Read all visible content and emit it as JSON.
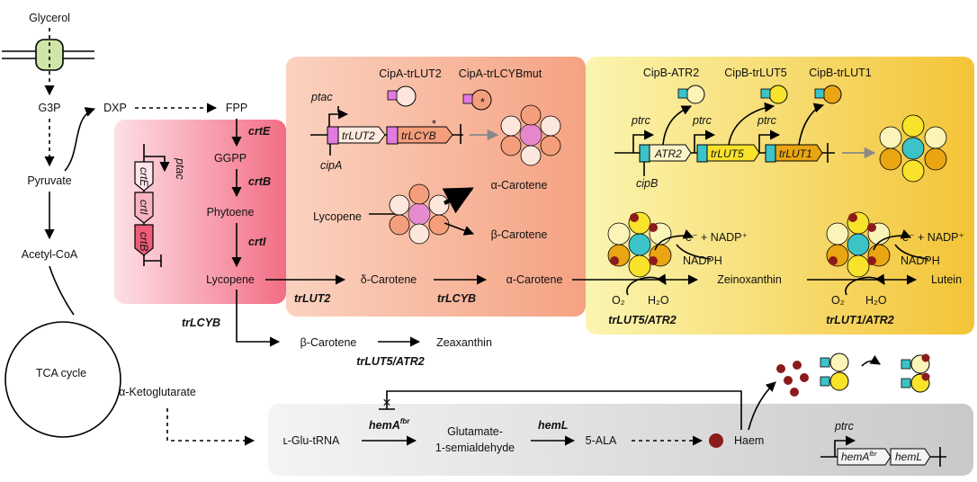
{
  "left": {
    "glycerol": "Glycerol",
    "g3p": "G3P",
    "dxp": "DXP",
    "pyruvate": "Pyruvate",
    "acetyl_coa": "Acetyl-CoA",
    "tca": "TCA cycle",
    "akg": "α-Ketoglutarate"
  },
  "mep": {
    "fpp": "FPP",
    "crtE": "crtE",
    "ggpp": "GGPP",
    "crtB": "crtB",
    "phytoene": "Phytoene",
    "crtI": "crtI",
    "lycopene": "Lycopene",
    "operon_promoter": "ptac",
    "operon_genes": [
      "crtE",
      "crtI",
      "crtB"
    ]
  },
  "lower": {
    "trLCYB": "trLCYB",
    "beta_carotene": "β-Carotene",
    "zeaxanthin": "Zeaxanthin",
    "trLUT5_ATR2": "trLUT5/ATR2"
  },
  "salmon": {
    "title_lut2": "CipA-trLUT2",
    "title_lcyb": "CipA-trLCYBmut",
    "promoter": "ptac",
    "scaffold": "cipA",
    "gene1": "trLUT2",
    "gene2": "trLCYB",
    "lycopene": "Lycopene",
    "alpha": "α-Carotene",
    "beta": "β-Carotene",
    "delta": "δ-Carotene",
    "alpha2": "α-Carotene",
    "enz1": "trLUT2",
    "enz2": "trLCYB",
    "mark": "*"
  },
  "yellow": {
    "t1": "CipB-ATR2",
    "t2": "CipB-trLUT5",
    "t3": "CipB-trLUT1",
    "promoter": "ptrc",
    "scaffold": "cipB",
    "gene1": "ATR2",
    "gene2": "trLUT5",
    "gene3": "trLUT1",
    "e_nadp": "e⁻ + NADP⁺",
    "nadph": "NADPH",
    "o2": "O₂",
    "h2o": "H₂O",
    "zeinoxanthin": "Zeinoxanthin",
    "lutein": "Lutein",
    "enz1": "trLUT5/ATR2",
    "enz2": "trLUT1/ATR2"
  },
  "haem": {
    "glu_trna": "ʟ-Glu-tRNA",
    "hemA": "hemA",
    "hemA_sup": "fbr",
    "gsa1": "Glutamate-",
    "gsa2": "1-semialdehyde",
    "hemL": "hemL",
    "ala": "5-ALA",
    "haem": "Haem",
    "promoter": "ptrc",
    "gene1": "hemA",
    "gene1_sup": "fbr",
    "gene2": "hemL",
    "x_mark": "✕"
  },
  "colors": {
    "pink_panel": "#f36d84",
    "salmon_panel": "#f5a282",
    "yellow_panel": "#f3c436",
    "gray_panel": "#c9c9c9",
    "cyan": "#3cc3c8",
    "magenta": "#e27be0",
    "yellow_dot": "#f8e22a",
    "orange_dot": "#e9a512",
    "haem_red": "#8c1b1b",
    "red_x": "#e02020",
    "membrane_green": "#cfe6a8"
  }
}
